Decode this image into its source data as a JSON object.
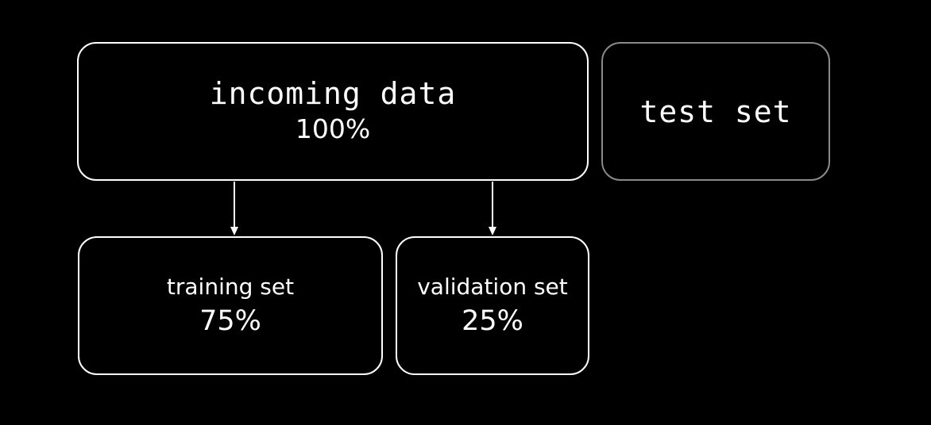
{
  "diagram": {
    "incoming": {
      "label": "incoming data",
      "percent": "100%"
    },
    "test": {
      "label": "test set"
    },
    "training": {
      "label": "training set",
      "percent": "75%"
    },
    "validation": {
      "label": "validation set",
      "percent": "25%"
    }
  }
}
